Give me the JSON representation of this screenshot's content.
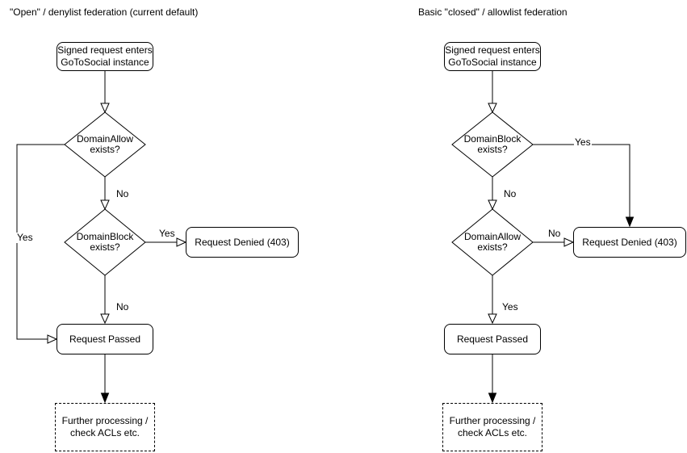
{
  "colors": {
    "stroke": "#000000",
    "node_fill": "#ffffff",
    "background": "#ffffff",
    "text": "#000000"
  },
  "charts": [
    {
      "title": "\"Open\" / denylist federation (current default)",
      "nodes": {
        "start": "Signed request enters\nGoToSocial instance",
        "decision_top": "DomainAllow\nexists?",
        "decision_bottom": "DomainBlock\nexists?",
        "denied": "Request Denied (403)",
        "passed": "Request Passed",
        "further": "Further processing /\ncheck ACLs etc."
      },
      "edge_labels": {
        "top_no": "No",
        "top_yes": "Yes",
        "bottom_yes": "Yes",
        "bottom_no": "No"
      }
    },
    {
      "title": "Basic \"closed\" / allowlist federation",
      "nodes": {
        "start": "Signed request enters\nGoToSocial instance",
        "decision_top": "DomainBlock\nexists?",
        "decision_bottom": "DomainAllow\nexists?",
        "denied": "Request Denied (403)",
        "passed": "Request Passed",
        "further": "Further processing /\ncheck ACLs etc."
      },
      "edge_labels": {
        "top_yes": "Yes",
        "top_no": "No",
        "bottom_no": "No",
        "bottom_yes": "Yes"
      }
    }
  ]
}
